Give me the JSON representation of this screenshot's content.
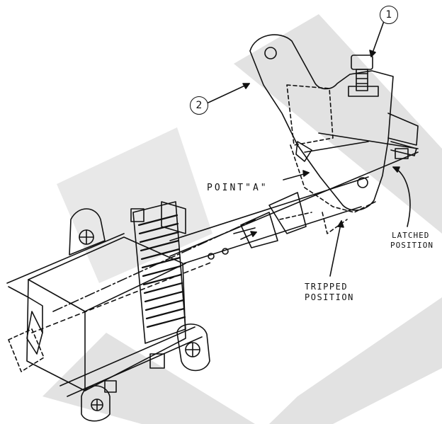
{
  "diagram": {
    "callouts": [
      "1",
      "2"
    ],
    "labels": {
      "point_a": "POINT\"A\"",
      "latched_line1": "LATCHED",
      "latched_line2": "POSITION",
      "tripped_line1": "TRIPPED",
      "tripped_line2": "POSITION"
    },
    "watermark_color": "#d9d9d9",
    "ink_color": "#111111"
  }
}
